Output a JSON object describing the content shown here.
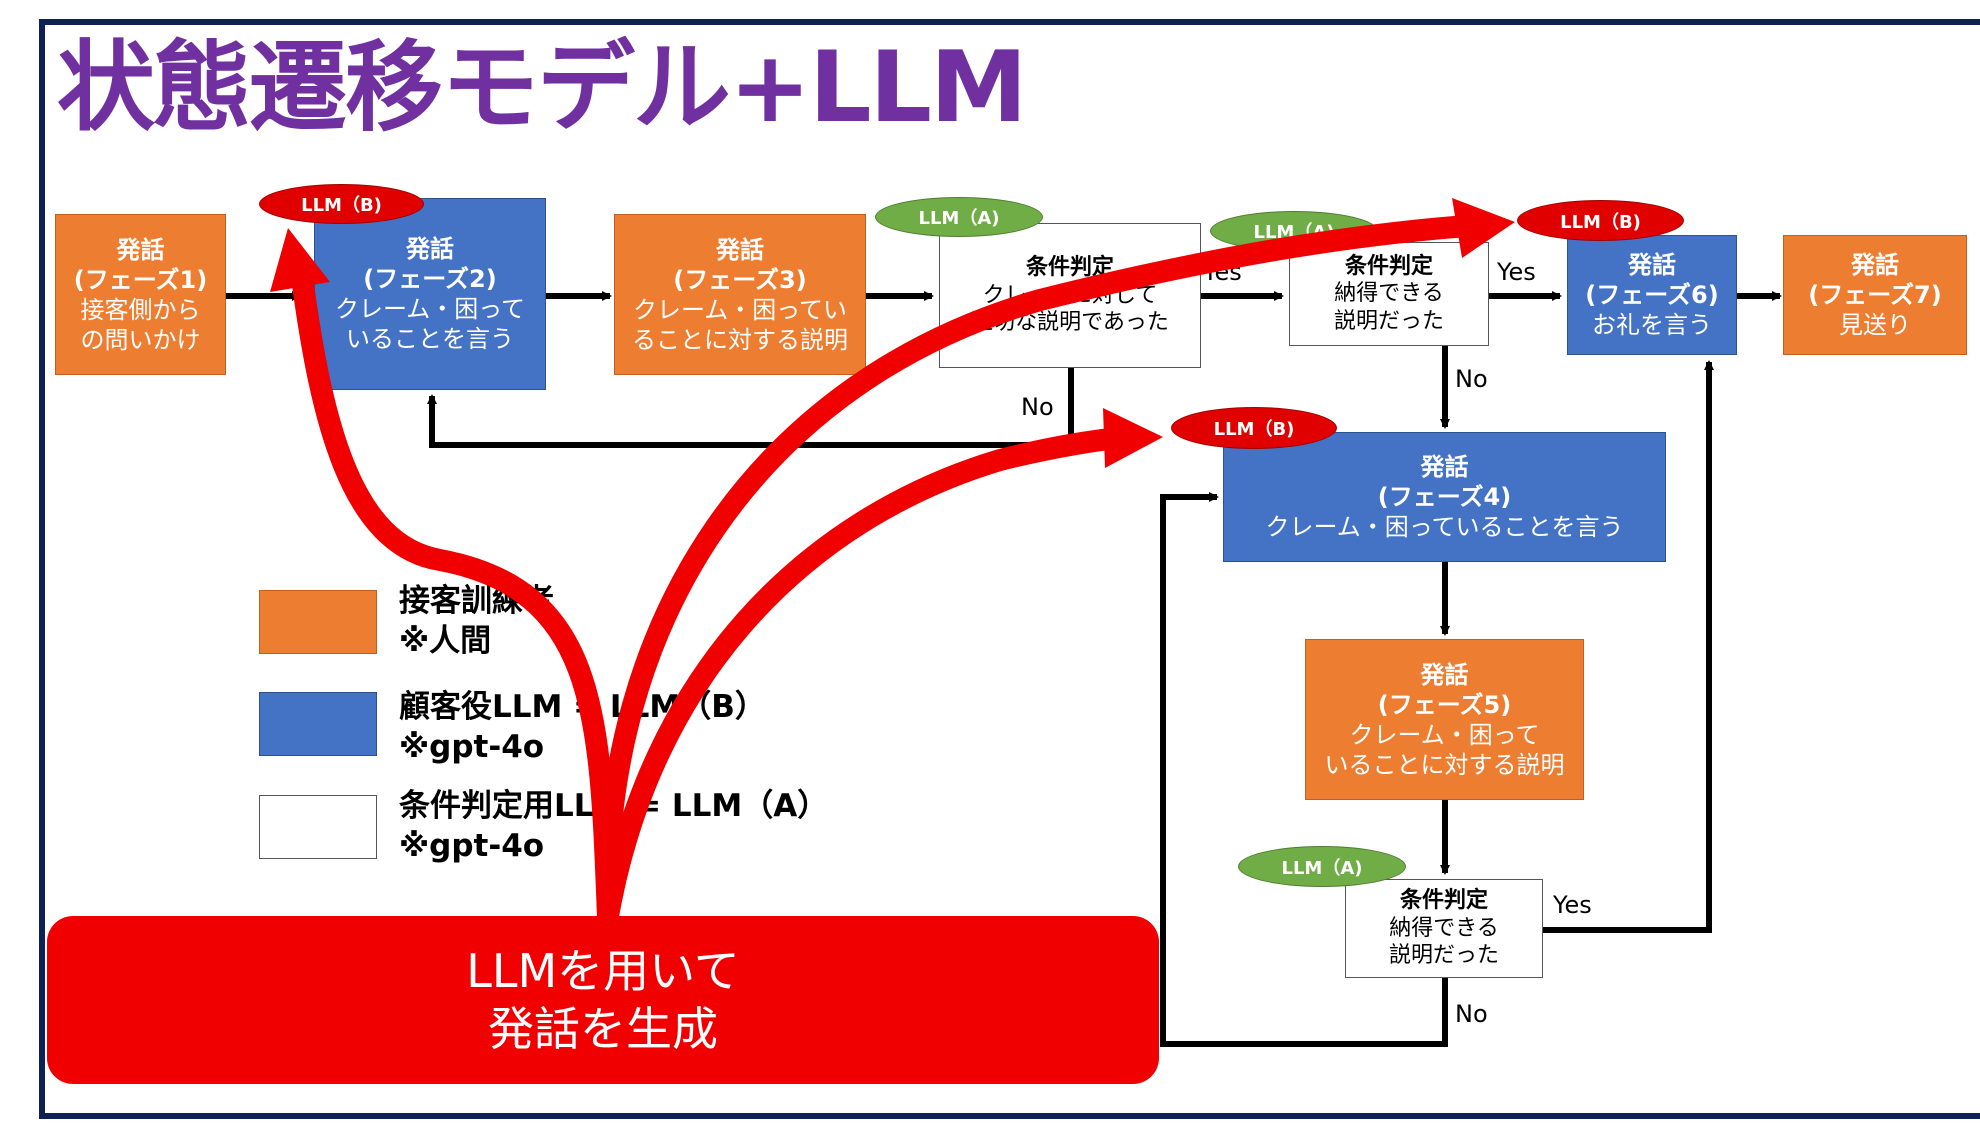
{
  "title": "状態遷移モデル+LLM",
  "nodes": {
    "phase1": {
      "head1": "発話",
      "head2": "(フェーズ1)",
      "line1": "接客側から",
      "line2": "の問いかけ"
    },
    "phase2": {
      "head1": "発話",
      "head2": "(フェーズ2)",
      "line1": "クレーム・困って",
      "line2": "いることを言う"
    },
    "phase3": {
      "head1": "発話",
      "head2": "(フェーズ3)",
      "line1": "クレーム・困ってい",
      "line2": "ることに対する説明"
    },
    "cond1": {
      "head": "条件判定",
      "line1": "クレームに対して",
      "line2": "適切な説明であった"
    },
    "cond2": {
      "head": "条件判定",
      "line1": "納得できる",
      "line2": "説明だった"
    },
    "phase6": {
      "head1": "発話",
      "head2": "(フェーズ6)",
      "line1": "お礼を言う"
    },
    "phase7": {
      "head1": "発話",
      "head2": "(フェーズ7)",
      "line1": "見送り"
    },
    "phase4": {
      "head1": "発話",
      "head2": "(フェーズ4)",
      "line1": "クレーム・困っていることを言う"
    },
    "phase5": {
      "head1": "発話",
      "head2": "(フェーズ5)",
      "line1": "クレーム・困って",
      "line2": "いることに対する説明"
    },
    "cond3": {
      "head": "条件判定",
      "line1": "納得できる",
      "line2": "説明だった"
    }
  },
  "tags": {
    "llm_b": "LLM（B)",
    "llm_a": "LLM（A)"
  },
  "edge_labels": {
    "yes": "Yes",
    "no": "No"
  },
  "legend": [
    {
      "line1": "接客訓練者",
      "line2": "※人間",
      "color": "#ed7d31"
    },
    {
      "line1": "顧客役LLM = LLM（B）",
      "line2": "※gpt-4o",
      "color": "#4472c4"
    },
    {
      "line1": "条件判定用LLM = LLM（A）",
      "line2": "※gpt-4o",
      "color": "#ffffff"
    }
  ],
  "callout": {
    "line1": "LLMを用いて",
    "line2": "発話を生成"
  },
  "colors": {
    "human": "#ed7d31",
    "customer_llm": "#4472c4",
    "judge_llm": "#ffffff",
    "llm_b_tag": "#e00000",
    "llm_a_tag": "#70ad47",
    "title": "#7030a0",
    "callout": "#f00000"
  }
}
